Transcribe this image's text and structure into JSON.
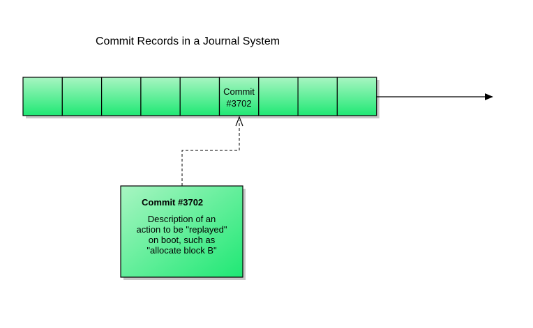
{
  "title": "Commit Records in a Journal System",
  "journal": {
    "record_count": 9,
    "highlighted_index": 5,
    "highlighted_label": [
      "Commit",
      "#3702"
    ]
  },
  "note": {
    "title": "Commit #3702",
    "lines": [
      "Description of an",
      "action to be \"replayed\"",
      "on boot, such as",
      "\"allocate block B\""
    ]
  },
  "colors": {
    "box_fill_light": "#a8f5c2",
    "box_fill_dark": "#1fe874",
    "outline": "#000000",
    "shadow": "#c8c8c8"
  }
}
